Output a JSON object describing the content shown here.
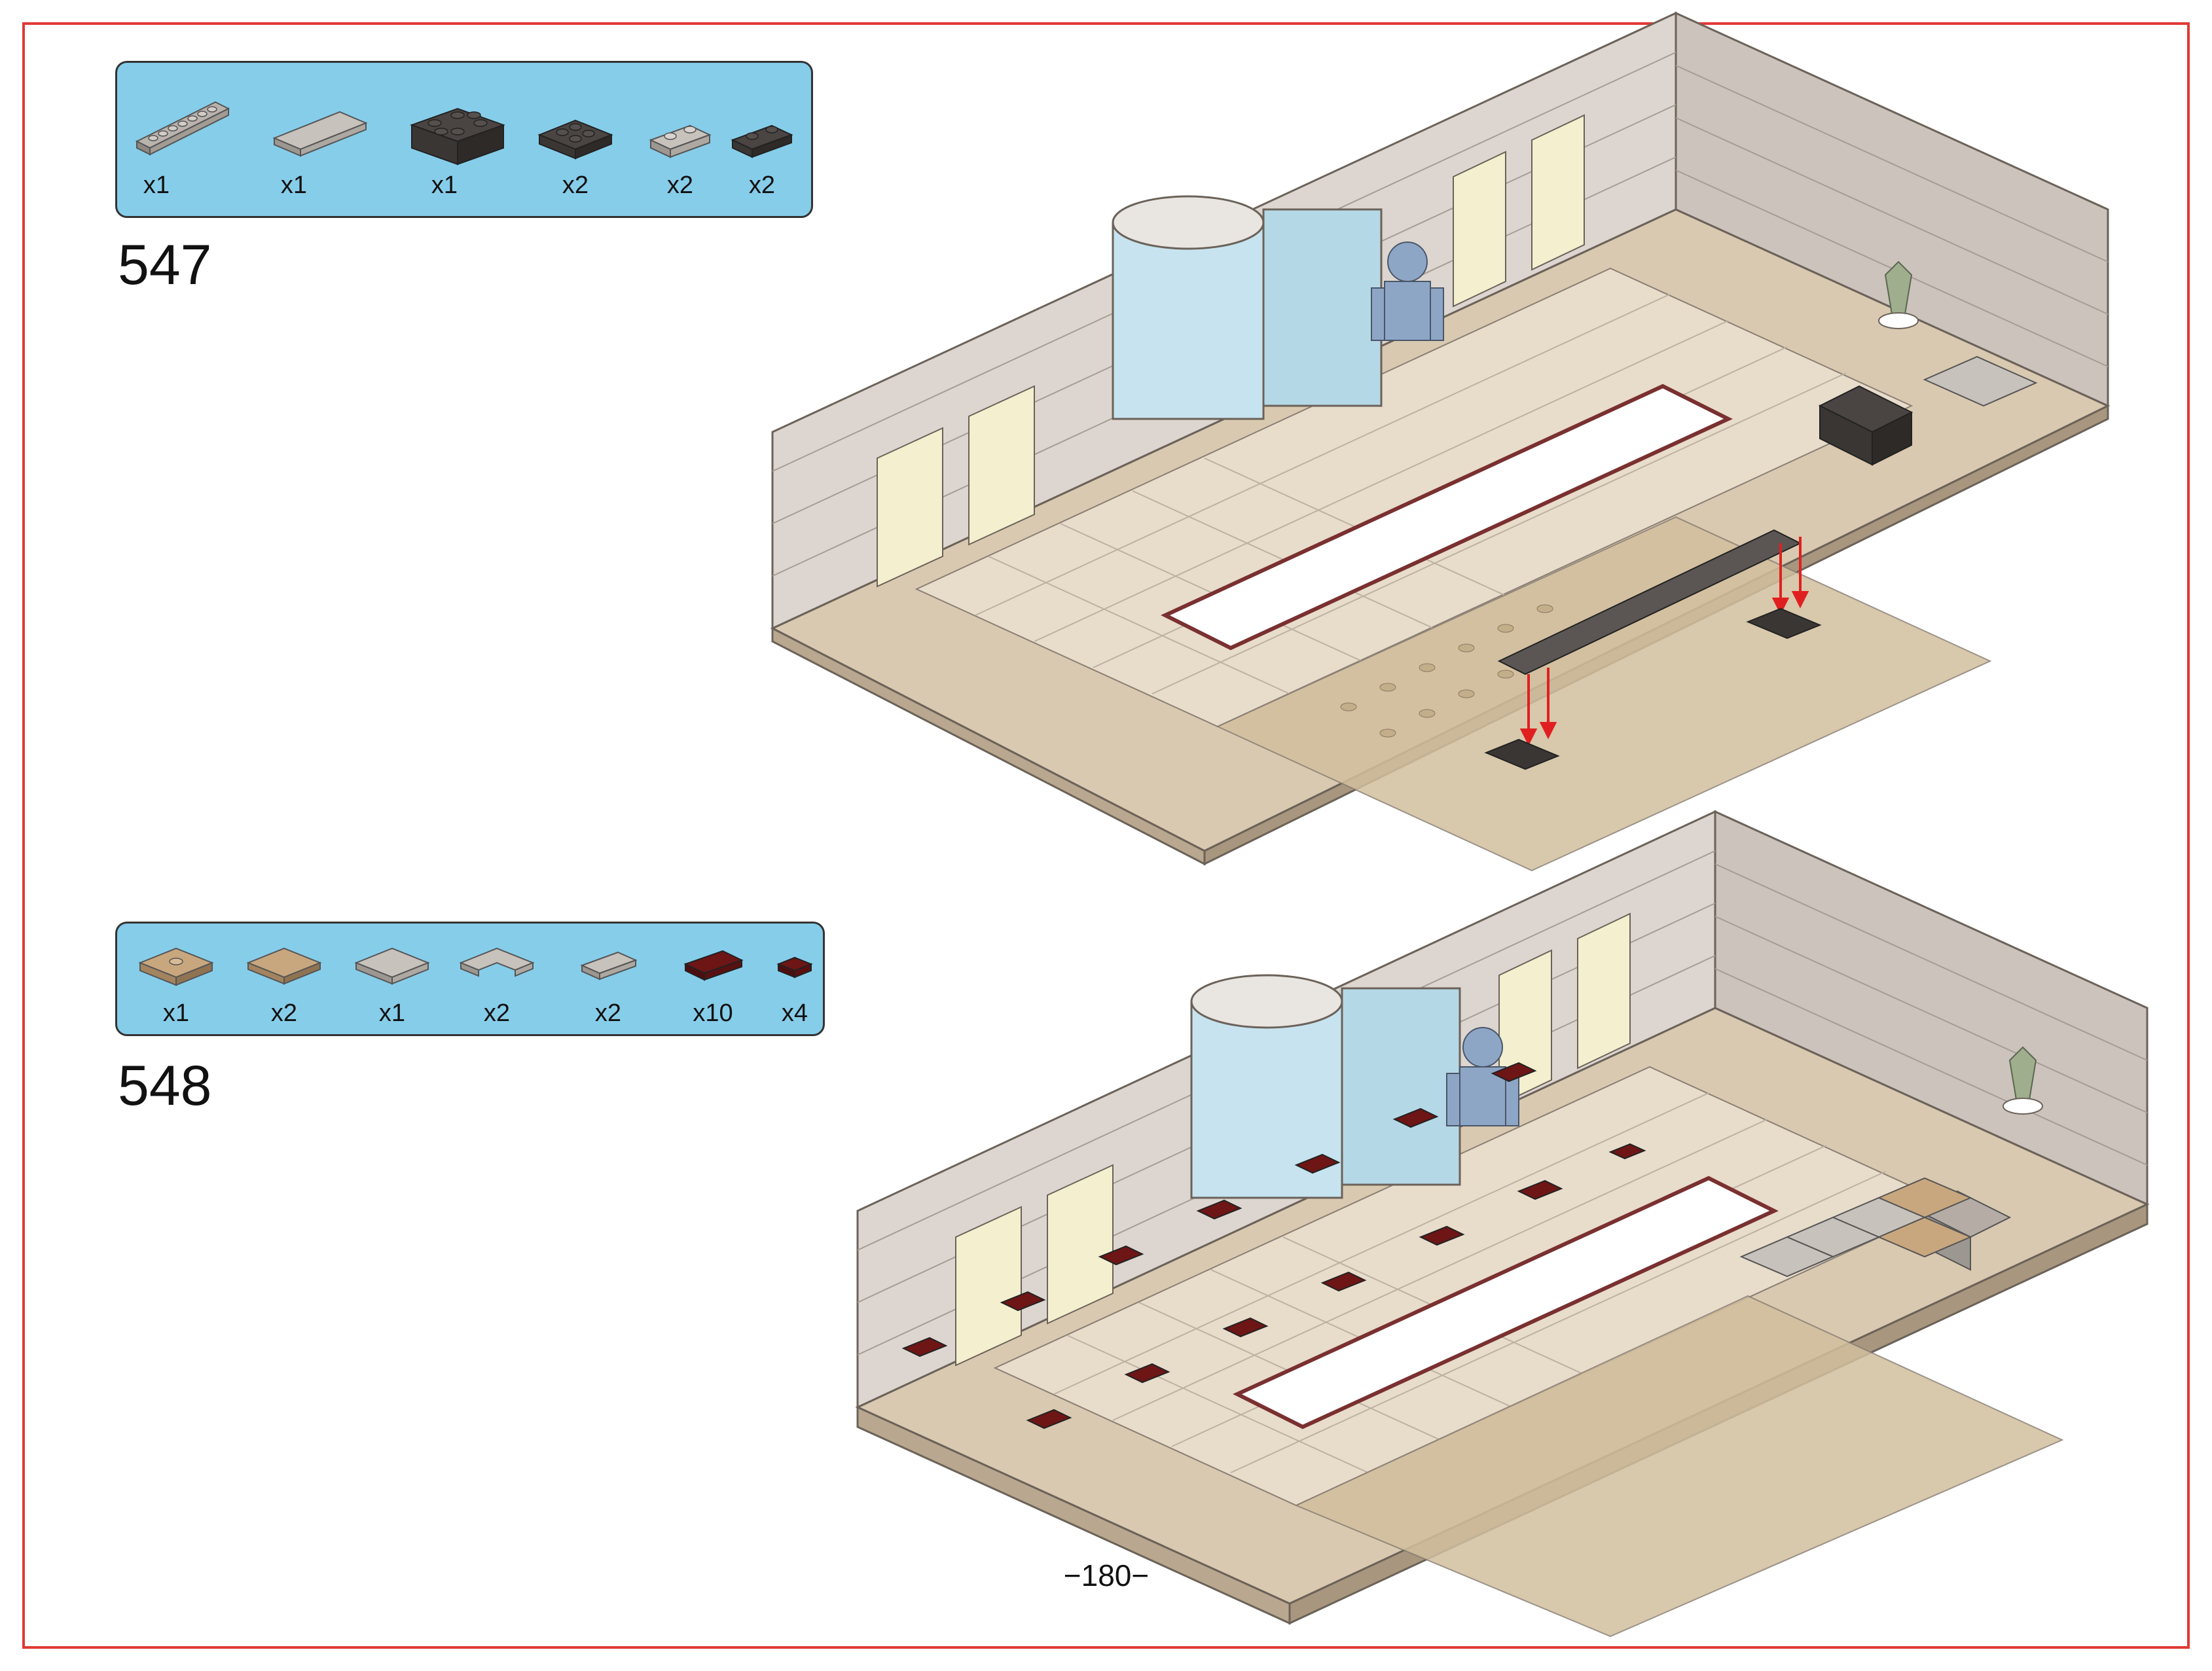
{
  "page": {
    "page_number": "−180−"
  },
  "steps": [
    {
      "number": "547",
      "parts": [
        {
          "icon": "tile-1x8-gray-icon",
          "qty": "x1",
          "color": "#b9b3ad"
        },
        {
          "icon": "tile-2x4-gray-icon",
          "qty": "x1",
          "color": "#c8c2bc"
        },
        {
          "icon": "brick-2x3-dark-gray-icon",
          "qty": "x1",
          "color": "#4a4543"
        },
        {
          "icon": "plate-2x2-dark-gray-icon",
          "qty": "x2",
          "color": "#4a4543"
        },
        {
          "icon": "plate-1x2-light-gray-icon",
          "qty": "x2",
          "color": "#c8c2bc"
        },
        {
          "icon": "plate-1x2-dark-gray-icon",
          "qty": "x2",
          "color": "#4a4543"
        }
      ]
    },
    {
      "number": "548",
      "parts": [
        {
          "icon": "plate-2x2-jumper-tan-icon",
          "qty": "x1",
          "color": "#c9a77e"
        },
        {
          "icon": "tile-2x2-tan-icon",
          "qty": "x2",
          "color": "#c9a77e"
        },
        {
          "icon": "tile-2x2-gray-icon",
          "qty": "x1",
          "color": "#c8c2bc"
        },
        {
          "icon": "tile-corner-gray-icon",
          "qty": "x2",
          "color": "#c8c2bc"
        },
        {
          "icon": "tile-1x2-gray-icon",
          "qty": "x2",
          "color": "#c8c2bc"
        },
        {
          "icon": "tile-1x2-dark-red-icon",
          "qty": "x10",
          "color": "#6e1515"
        },
        {
          "icon": "tile-1x1-dark-red-icon",
          "qty": "x4",
          "color": "#6e1515"
        }
      ]
    }
  ],
  "colors": {
    "frame": "#e03a35",
    "parts_box": "#86cdea",
    "wall": "#ddd6d0",
    "floor_tan": "#d9c9b0",
    "dark_red": "#6e1515",
    "arrow": "#e02020"
  }
}
